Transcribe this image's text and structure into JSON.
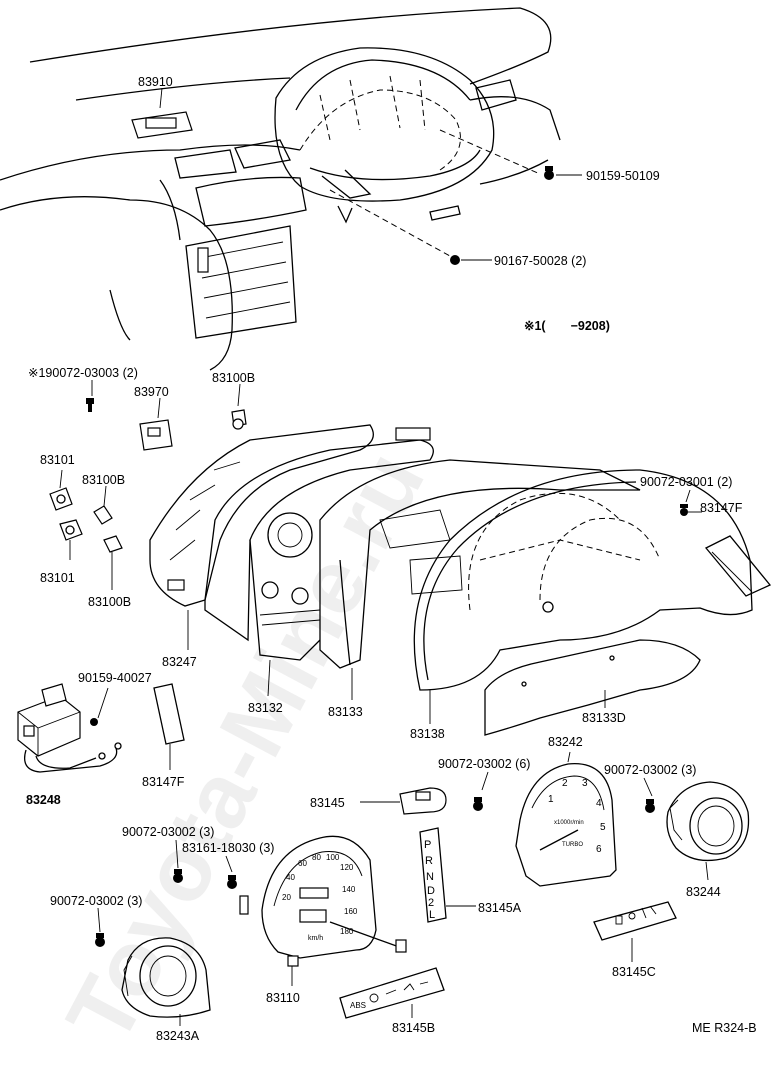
{
  "watermark": "Toyota-Mine.ru",
  "page_ref": "ME R324-B",
  "note": "※1(　　−9208)",
  "labels": {
    "l83910": "83910",
    "l90159_50109": "90159-50109",
    "l90167_50028": "90167-50028 (2)",
    "l190072": "※190072-03003 (2)",
    "l83970": "83970",
    "l83100B_top": "83100B",
    "l83101_a": "83101",
    "l83100B_mid": "83100B",
    "l83101_b": "83101",
    "l83100B_bot": "83100B",
    "l90072_03001": "90072-03001 (2)",
    "l83147F_r": "83147F",
    "l83247": "83247",
    "l90159_40027": "90159-40027",
    "l83132": "83132",
    "l83133": "83133",
    "l83138": "83138",
    "l83133D": "83133D",
    "l83248": "83248",
    "l83147F_l": "83147F",
    "l83242": "83242",
    "l90072_03002_6": "90072-03002 (6)",
    "l90072_03002_3r": "90072-03002 (3)",
    "l83145": "83145",
    "l90072_03002_3m": "90072-03002 (3)",
    "l83161": "83161-18030 (3)",
    "l83244": "83244",
    "l90072_03002_3l": "90072-03002 (3)",
    "l83145A": "83145A",
    "l83145C": "83145C",
    "l83110": "83110",
    "l83243A": "83243A",
    "l83145B": "83145B"
  },
  "gauge_text": {
    "tach_unit": "x1000r/min",
    "tach_turbo": "TURBO",
    "tach_marks": [
      "1",
      "2",
      "3",
      "4",
      "5",
      "6"
    ],
    "speedo_unit": "km/h",
    "speedo_marks": [
      "20",
      "40",
      "60",
      "80",
      "100",
      "120",
      "140",
      "160",
      "180"
    ],
    "shift_letters": [
      "P",
      "R",
      "N",
      "D",
      "2",
      "L"
    ],
    "warn_abs": "ABS"
  }
}
